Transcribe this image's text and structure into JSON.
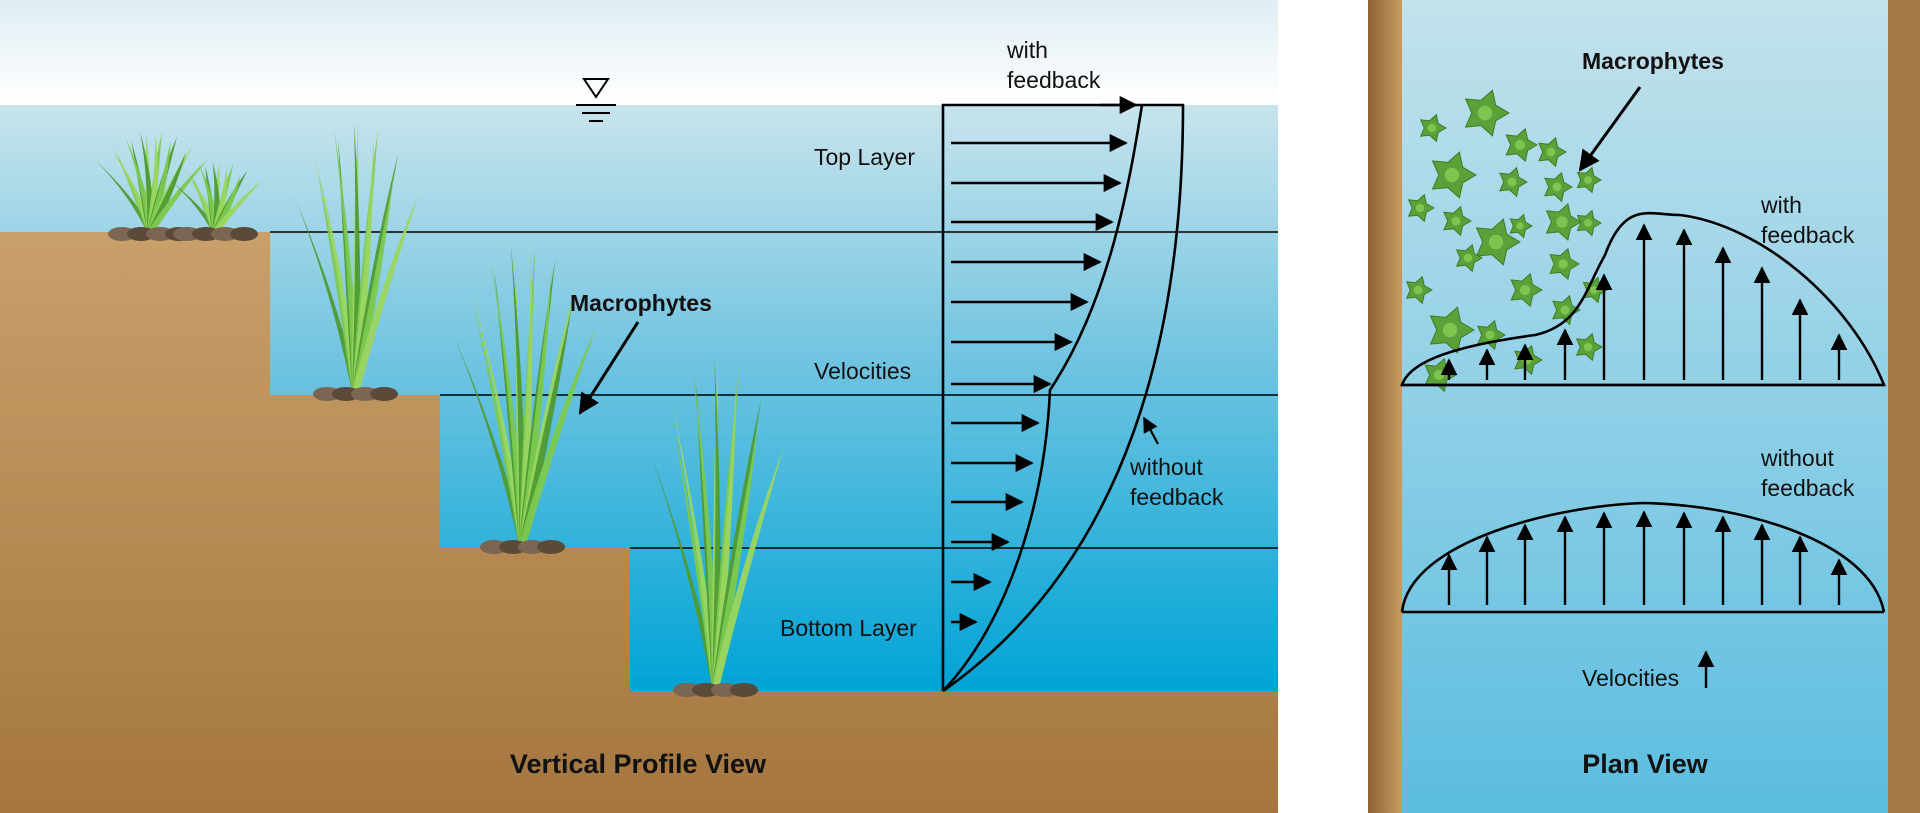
{
  "profile_view": {
    "title": "Vertical Profile View",
    "macrophytes_label": "Macrophytes",
    "top_layer_label": "Top Layer",
    "velocities_label": "Velocities",
    "bottom_layer_label": "Bottom Layer",
    "with_feedback_line1": "with",
    "with_feedback_line2": "feedback",
    "without_feedback_line1": "without",
    "without_feedback_line2": "feedback",
    "water_surface_symbol": "water-level-triangle-icon"
  },
  "plan_view": {
    "title": "Plan View",
    "macrophytes_label": "Macrophytes",
    "with_feedback_line1": "with",
    "with_feedback_line2": "feedback",
    "without_feedback_line1": "without",
    "without_feedback_line2": "feedback",
    "velocities_label": "Velocities"
  },
  "colors": {
    "sky_top": "#ffffff",
    "water_light": "#c6e3ec",
    "water_deep": "#00a6d6",
    "sediment_light": "#c9a06a",
    "sediment_dark": "#a67640",
    "bank": "#a57a47",
    "vegetation": "#6cbf45",
    "leaf_dark": "#4a8a2e",
    "ink": "#000000"
  }
}
